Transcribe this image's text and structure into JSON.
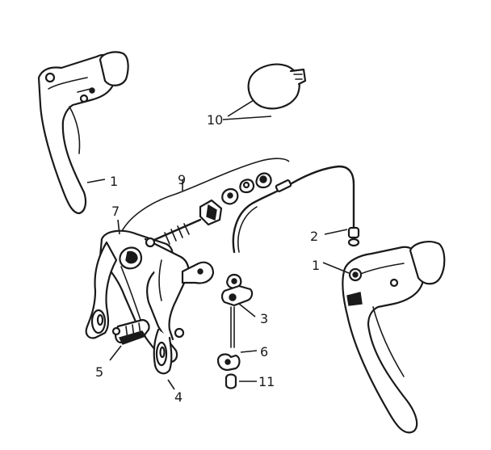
{
  "diagram": {
    "callouts": [
      {
        "id": "lever-left",
        "label": "1"
      },
      {
        "id": "lever-right",
        "label": "1"
      },
      {
        "id": "cable",
        "label": "2"
      },
      {
        "id": "anchor-bolt",
        "label": "3"
      },
      {
        "id": "brake-arm",
        "label": "4"
      },
      {
        "id": "brake-shoe",
        "label": "5"
      },
      {
        "id": "cable-clamp",
        "label": "6"
      },
      {
        "id": "caliper",
        "label": "7"
      },
      {
        "id": "mount-hardware",
        "label": "9"
      },
      {
        "id": "clip",
        "label": "10"
      },
      {
        "id": "cable-end",
        "label": "11"
      }
    ]
  }
}
